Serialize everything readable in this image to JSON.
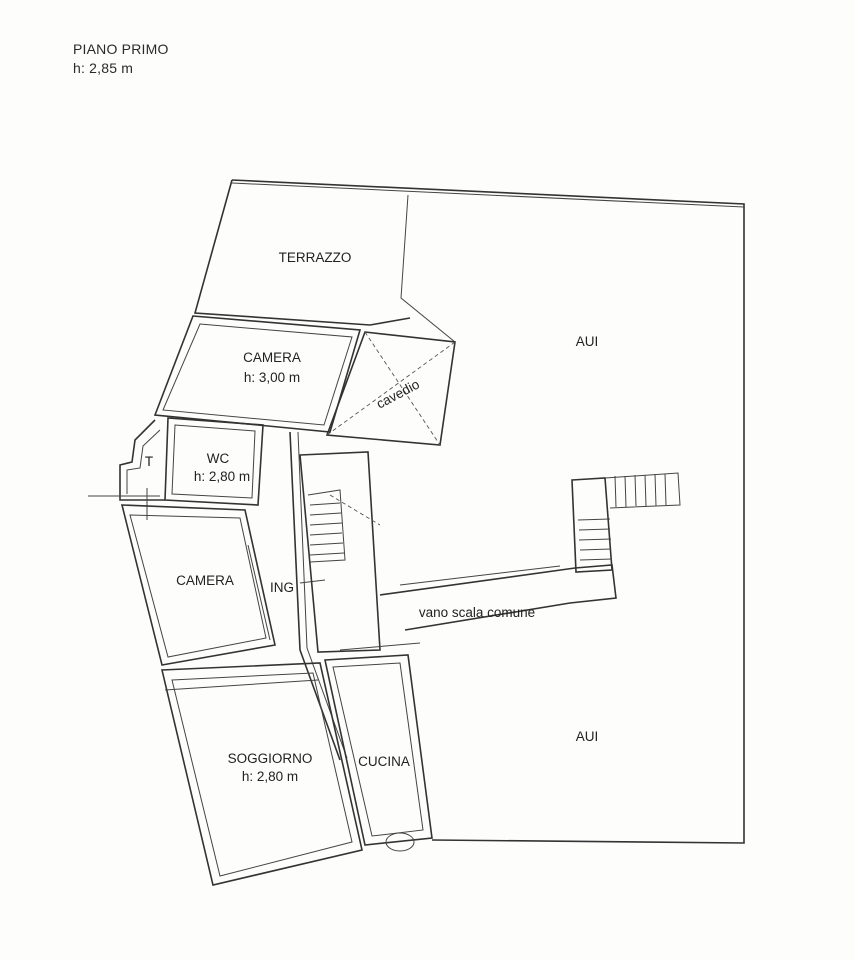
{
  "header": {
    "floor": "PIANO PRIMO",
    "height": "h: 2,85 m"
  },
  "rooms": {
    "terrazzo": "TERRAZZO",
    "aui_top": "AUI",
    "camera_top": "CAMERA",
    "camera_top_h": "h: 3,00 m",
    "cavedio": "cavedio",
    "t": "T",
    "wc": "WC",
    "wc_h": "h: 2,80 m",
    "camera_left": "CAMERA",
    "ing": "ING",
    "vano_scala": "vano scala comune",
    "soggiorno": "SOGGIORNO",
    "soggiorno_h": "h: 2,80 m",
    "cucina": "CUCINA",
    "aui_bottom": "AUI"
  }
}
